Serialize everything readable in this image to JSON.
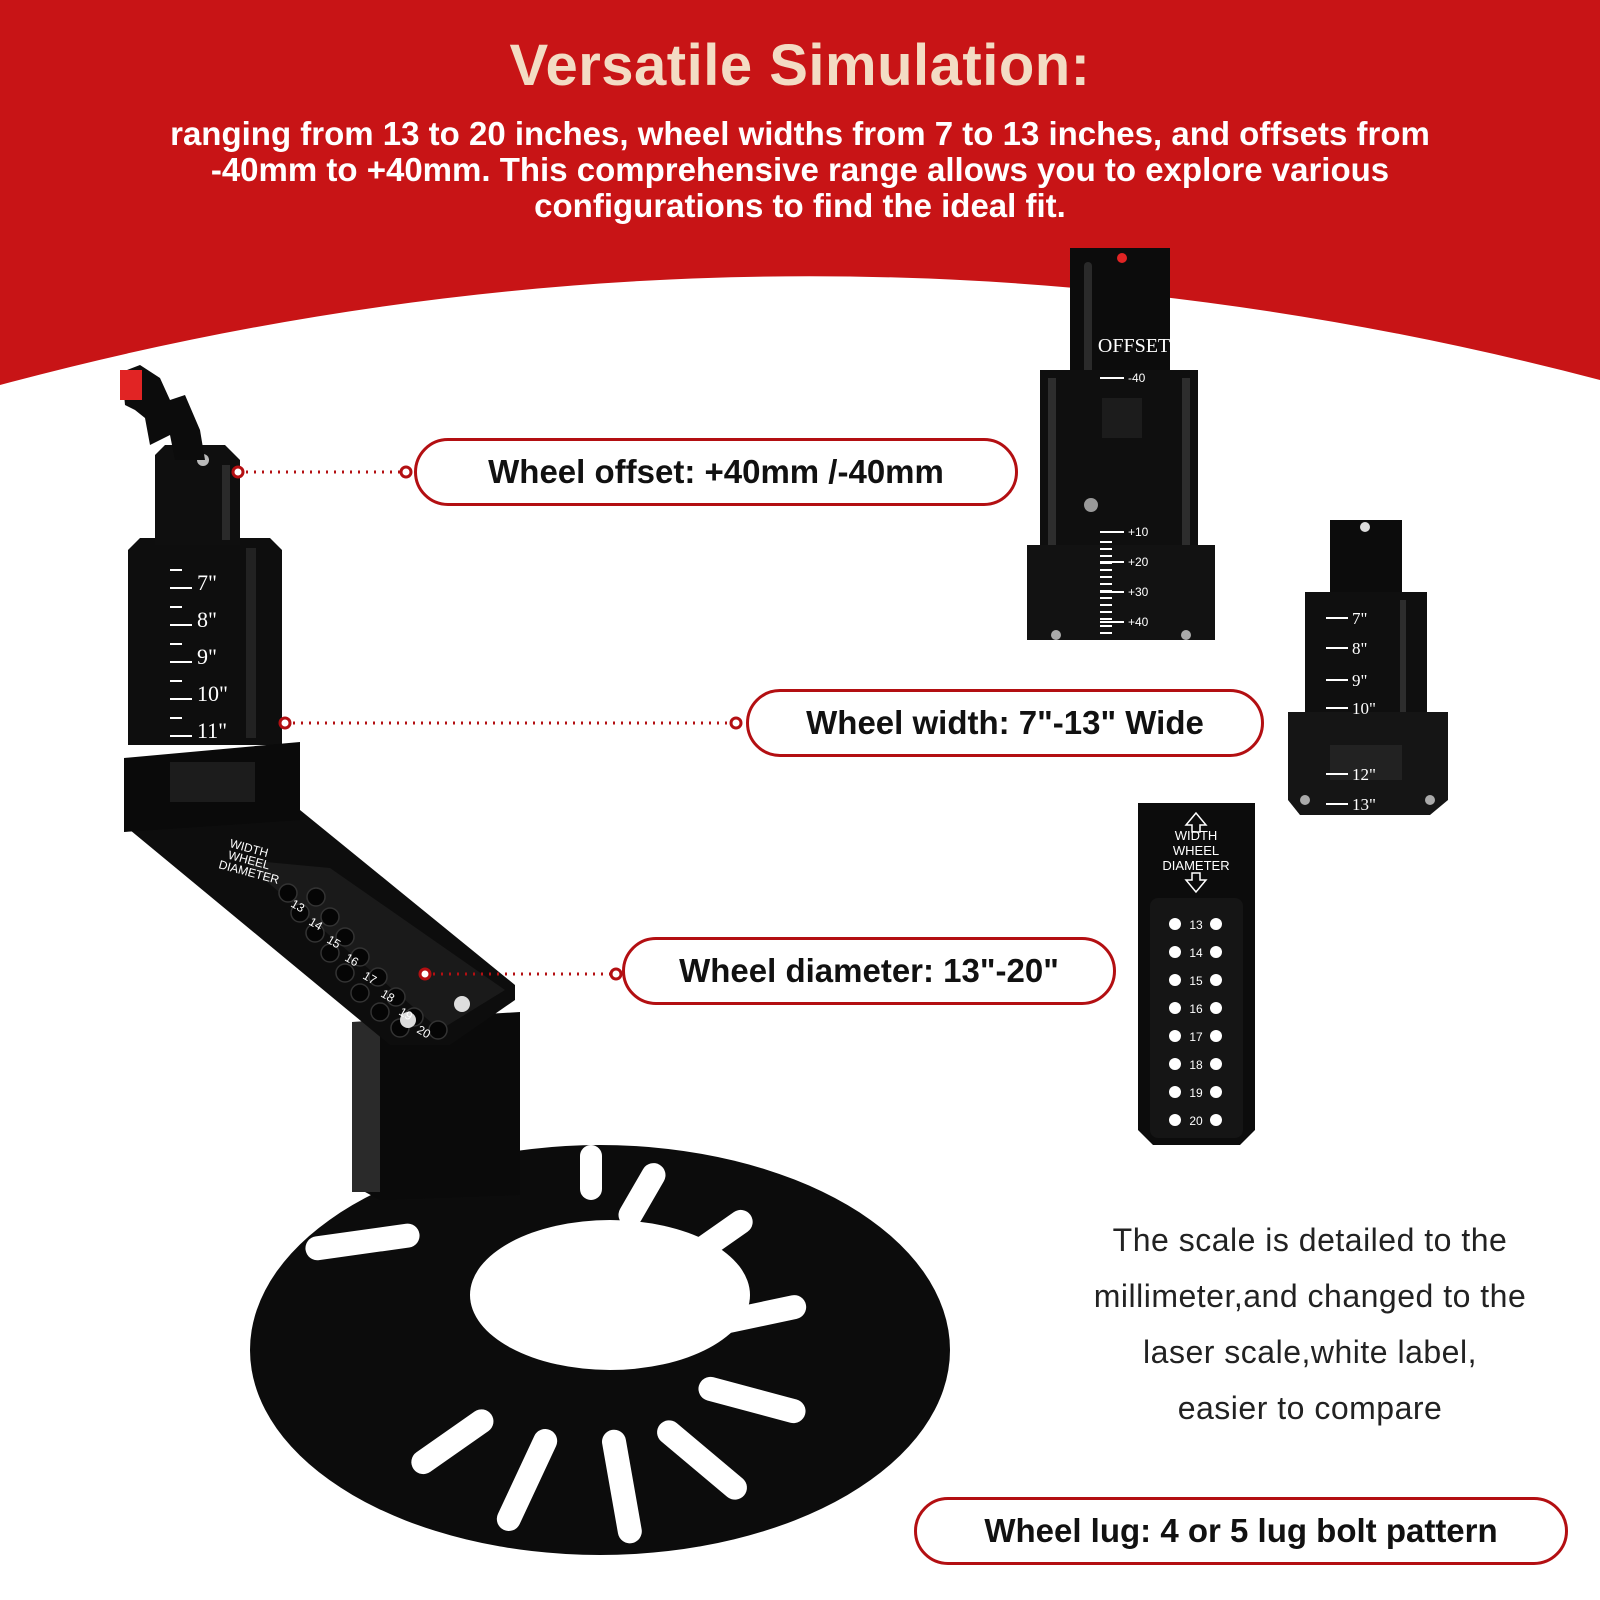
{
  "banner": {
    "title": "Versatile Simulation:",
    "subtitle_lines": [
      "ranging from 13 to 20 inches, wheel widths from 7 to 13 inches, and offsets from",
      "-40mm to +40mm.  This comprehensive range allows you to explore various",
      "configurations to find the ideal fit."
    ],
    "color": "#c81416"
  },
  "callouts": {
    "offset": "Wheel offset: +40mm /-40mm",
    "width": "Wheel width: 7\"-13\" Wide",
    "diameter": "Wheel diameter: 13\"-20\"",
    "lug": "Wheel lug: 4 or 5 lug bolt pattern"
  },
  "note_lines": [
    "The scale is detailed to the",
    "millimeter,and changed to the",
    "laser scale,white label,",
    "easier to compare"
  ],
  "product": {
    "width_scale": [
      "7\"",
      "8\"",
      "9\"",
      "10\"",
      "11\"",
      "12\"",
      "13\""
    ],
    "diameter_scale": [
      "13",
      "14",
      "15",
      "16",
      "17",
      "18",
      "19",
      "20"
    ],
    "diameter_label_lines": [
      "WIDTH",
      "WHEEL",
      "DIAMETER"
    ],
    "offset_label": "OFFSET",
    "offset_scale": [
      "-40",
      "+10",
      "+20",
      "+30",
      "+40"
    ],
    "width_detail_scale": [
      "7\"",
      "8\"",
      "9\"",
      "10\"",
      "12\"",
      "13\""
    ]
  },
  "colors": {
    "accent": "#c81416",
    "pill_border": "#b30f12",
    "product": "#0c0c0c",
    "title": "#f3dcc4"
  }
}
